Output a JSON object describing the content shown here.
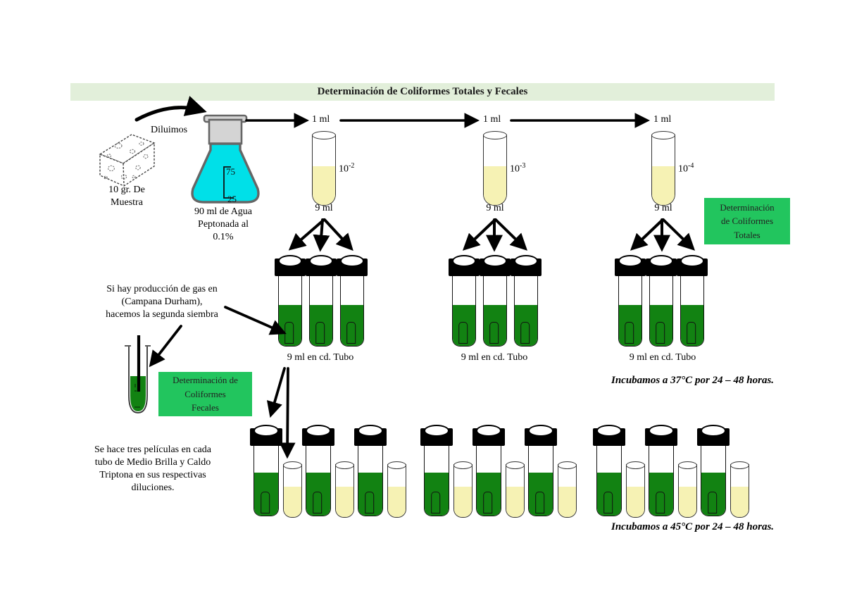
{
  "title": "Determinación de Coliformes Totales y Fecales",
  "sample": {
    "dilute_label": "Diluimos",
    "lines": [
      "10 gr. De",
      "Muestra"
    ]
  },
  "flask": {
    "lines": [
      "90 ml de Agua",
      "Peptonada al",
      "0.1%"
    ],
    "mark_top": "75",
    "mark_bottom": "25"
  },
  "dilutions": [
    {
      "transfer": "1 ml",
      "base": "10",
      "exp": "-2",
      "volume": "9 ml"
    },
    {
      "transfer": "1 ml",
      "base": "10",
      "exp": "-3",
      "volume": "9 ml"
    },
    {
      "transfer": "1 ml",
      "base": "10",
      "exp": "-4",
      "volume": "9 ml"
    }
  ],
  "tube_row_label": "9 ml en cd. Tubo",
  "boxes": {
    "totales": {
      "lines": [
        "Determinación",
        "de Coliformes",
        "Totales"
      ]
    },
    "fecales": {
      "lines": [
        "Determinación de",
        "Coliformes",
        "Fecales"
      ]
    }
  },
  "notes": {
    "gas": {
      "lines": [
        "Si hay producción de gas en",
        "(Campana Durham),",
        "hacemos la segunda siembra"
      ]
    },
    "films": {
      "lines": [
        "Se hace tres películas en cada",
        "tubo de Medio Brilla y Caldo",
        "Triptona en sus respectivas",
        "diluciones."
      ]
    },
    "incubate_totales": "Incubamos a 37°C por 24 – 48 horas.",
    "incubate_fecales": "Incubamos a 45°C por 24 – 48 horas."
  },
  "colors": {
    "banner_bg": "#e2efda",
    "box_green": "#22c55e",
    "medium_green": "#128212",
    "diluent_yellow": "#f6f2b4",
    "flask_cyan": "#00e0e8"
  }
}
